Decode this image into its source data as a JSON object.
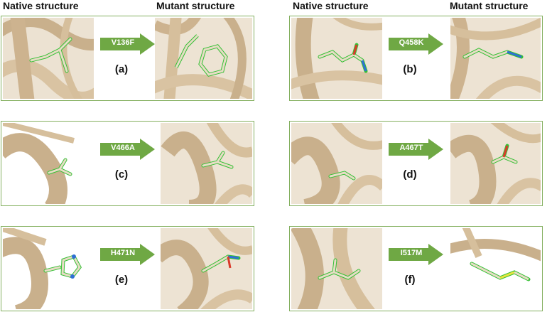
{
  "headers": {
    "left_native": "Native structure",
    "left_mutant": "Mutant structure",
    "right_native": "Native structure",
    "right_mutant": "Mutant structure"
  },
  "panels": [
    {
      "mutation": "V136F",
      "label": "(a)"
    },
    {
      "mutation": "Q458K",
      "label": "(b)"
    },
    {
      "mutation": "V466A",
      "label": "(c)"
    },
    {
      "mutation": "A467T",
      "label": "(d)"
    },
    {
      "mutation": "H471N",
      "label": "(e)"
    },
    {
      "mutation": "I517M",
      "label": "(f)"
    }
  ],
  "colors": {
    "border": "#84b060",
    "arrow": "#6fa844",
    "ribbon": "#d9c3a2",
    "stick": "#d9c7a8",
    "stick_outline": "#34c034",
    "nitrogen": "#2f6fd6",
    "oxygen": "#d93a2a",
    "sulfur": "#e8e440"
  }
}
